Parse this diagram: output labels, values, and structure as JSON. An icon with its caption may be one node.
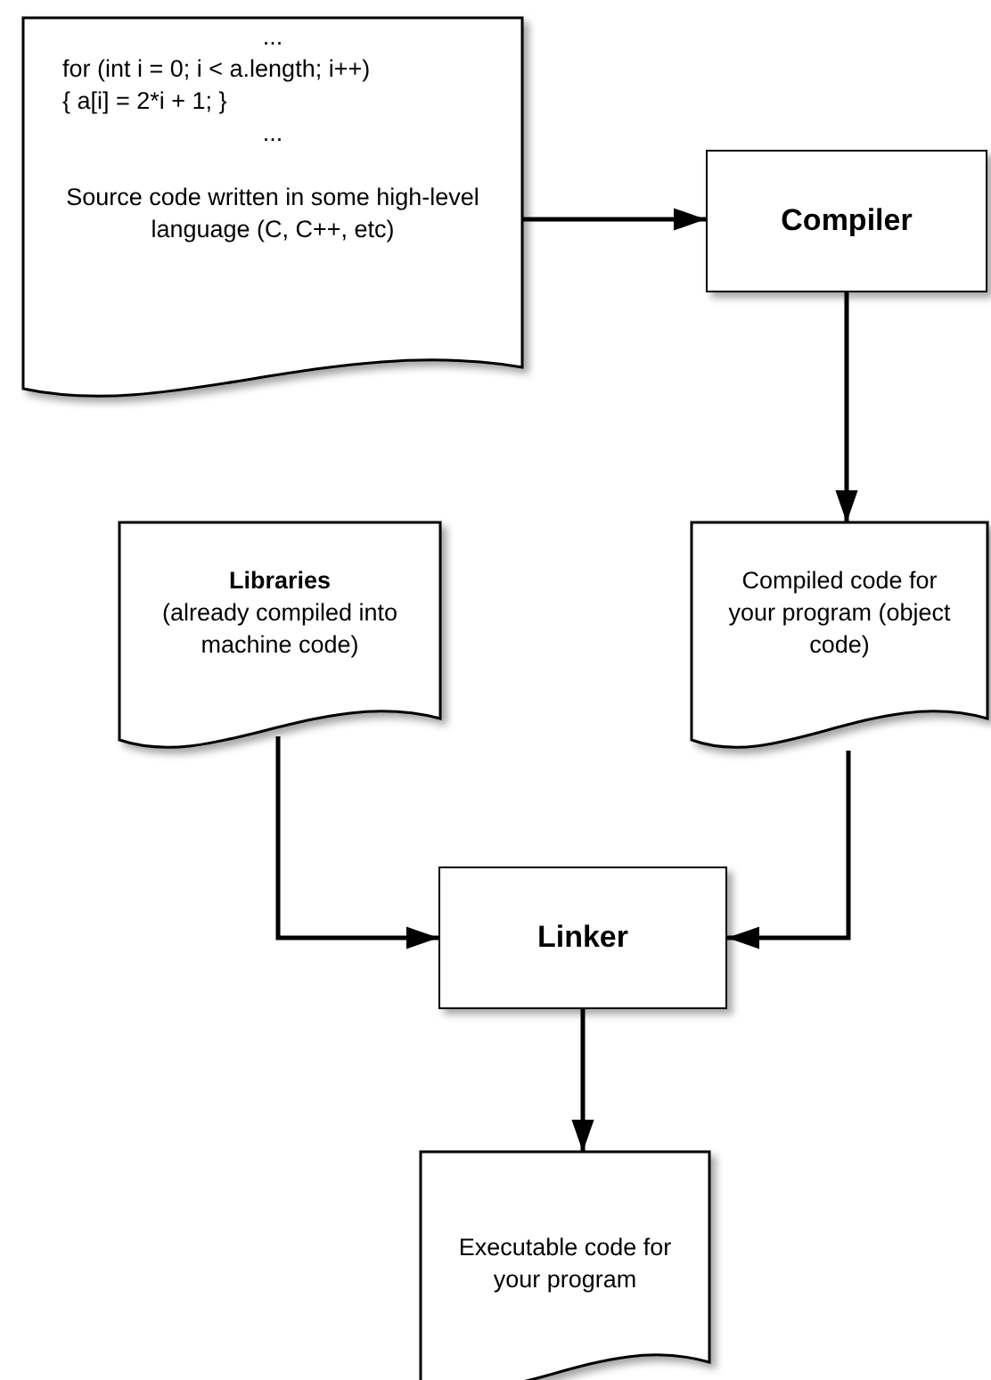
{
  "diagram": {
    "nodes": [
      {
        "text": [
          "...",
          "for (int i = 0; i < a.length; i++)",
          "{ a[i] = 2*i + 1; }",
          "...",
          "Source code written in some high-level language (C, C++, etc)"
        ]
      },
      {
        "text": [
          "Compiler"
        ]
      },
      {
        "text": [
          "Libraries",
          "(already compiled into machine code)"
        ]
      },
      {
        "text": [
          "Compiled code for your program (object code)"
        ]
      },
      {
        "text": [
          "Linker"
        ]
      },
      {
        "text": [
          "Executable code for your program"
        ]
      }
    ],
    "edges": [
      {
        "from": 0,
        "to": 1,
        "arrow": "to"
      },
      {
        "from": 1,
        "to": 3,
        "arrow": "to"
      },
      {
        "from": 2,
        "to": 4,
        "arrow": "to"
      },
      {
        "from": 3,
        "to": 4,
        "arrow": "to"
      },
      {
        "from": 4,
        "to": 5,
        "arrow": "to"
      }
    ]
  }
}
